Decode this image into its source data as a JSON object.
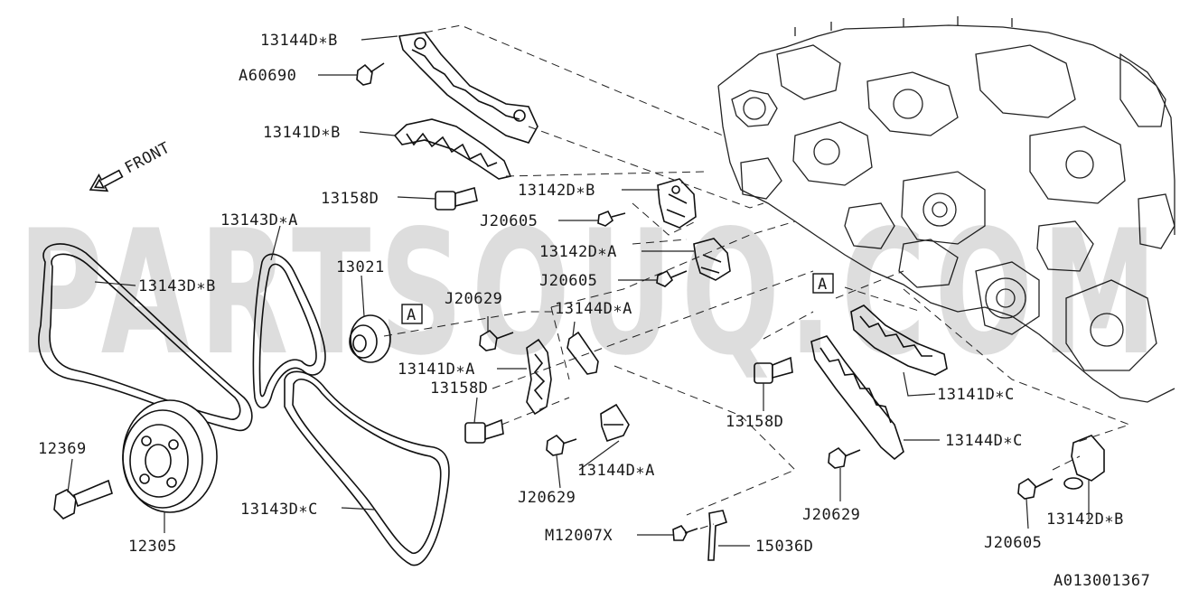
{
  "labels": {
    "p13144DB_top": "13144D∗B",
    "a60690": "A60690",
    "p13141DB": "13141D∗B",
    "front": "FRONT",
    "p13158D_top": "13158D",
    "p13143DA": "13143D∗A",
    "p13142DB_top": "13142D∗B",
    "j20605_top": "J20605",
    "p13142DA": "13142D∗A",
    "j20605_mid": "J20605",
    "p13143DB": "13143D∗B",
    "p13021": "13021",
    "ref_a1": "A",
    "j20629_mid": "J20629",
    "p13144DA_top": "13144D∗A",
    "p13141DA": "13141D∗A",
    "p13158D_mid": "13158D",
    "ref_a2": "A",
    "p13141DC": "13141D∗C",
    "p13158D_right": "13158D",
    "p12369": "12369",
    "p13144DC": "13144D∗C",
    "p13144DA_low": "13144D∗A",
    "j20629_low": "J20629",
    "j20629_right": "J20629",
    "p13142DB_right": "13142D∗B",
    "p12305": "12305",
    "p13143DC": "13143D∗C",
    "m12007x": "M12007X",
    "p15036d": "15036D",
    "j20605_right": "J20605",
    "diagram_id": "A013001367"
  },
  "watermark": "PARTSOUQ.COM",
  "colors": {
    "ink": "#111111",
    "watermark": "#000000"
  },
  "icons": [
    "front-arrow-icon"
  ]
}
